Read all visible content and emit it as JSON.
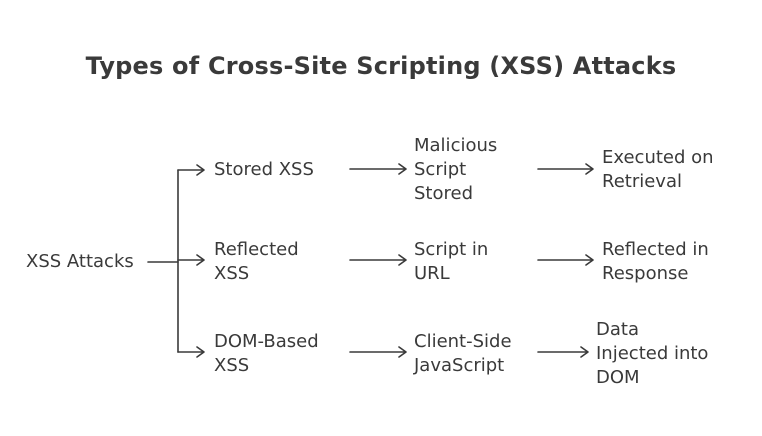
{
  "title": "Types of Cross-Site Scripting (XSS) Attacks",
  "root": {
    "label": "XSS Attacks"
  },
  "branches": [
    {
      "type": [
        "Stored XSS"
      ],
      "step": [
        "Malicious",
        "Script",
        "Stored"
      ],
      "result": [
        "Executed on",
        "Retrieval"
      ]
    },
    {
      "type": [
        "Reflected",
        "XSS"
      ],
      "step": [
        "Script in",
        "URL"
      ],
      "result": [
        "Reflected in",
        "Response"
      ]
    },
    {
      "type": [
        "DOM-Based",
        "XSS"
      ],
      "step": [
        "Client-Side",
        "JavaScript"
      ],
      "result": [
        "Data",
        "Injected into",
        "DOM"
      ]
    }
  ]
}
